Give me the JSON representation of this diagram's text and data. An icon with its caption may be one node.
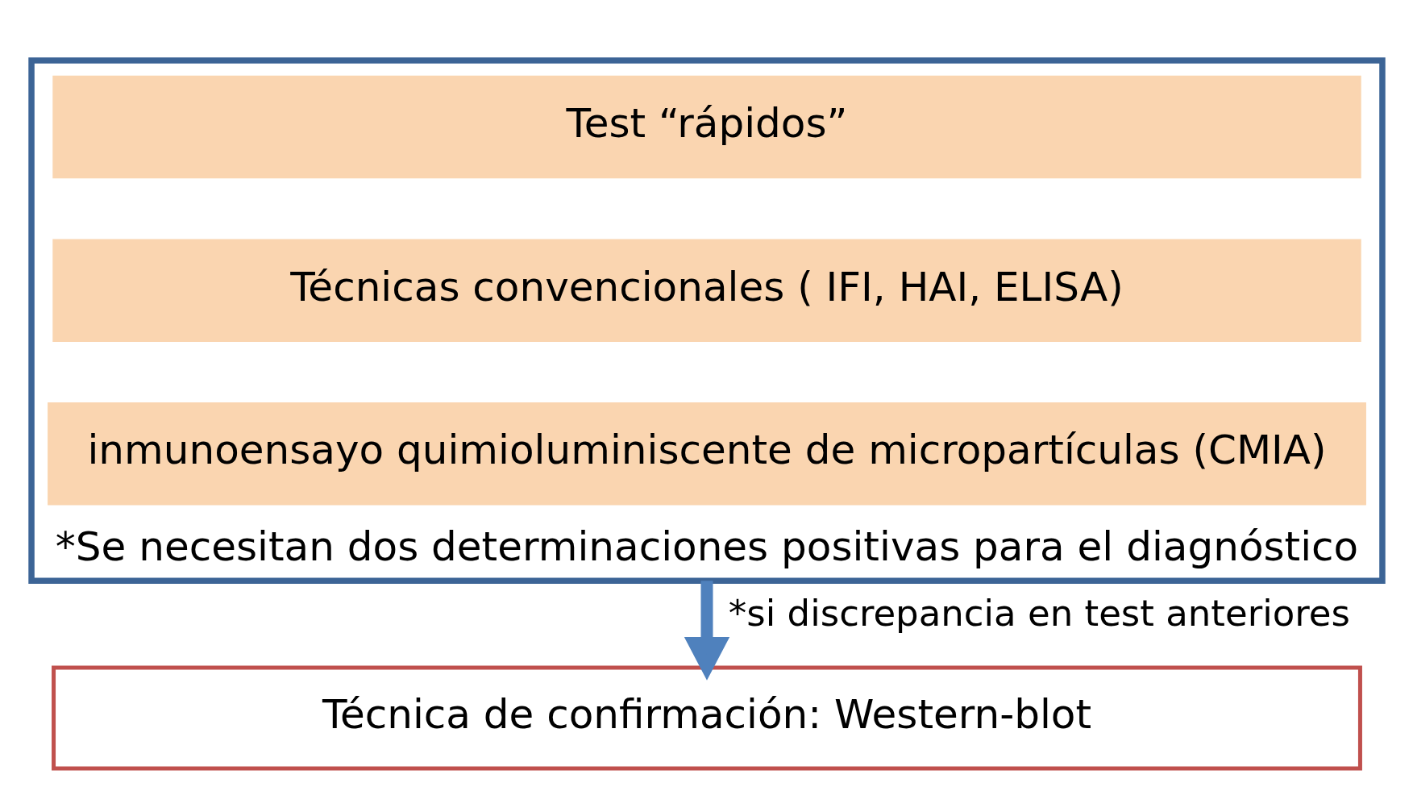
{
  "diagram": {
    "nodes": [
      {
        "text": [
          "*Se necesitan dos determinaciones positivas para el diagnóstico"
        ]
      },
      {
        "text": [
          "Test “rápidos”"
        ],
        "in": 0
      },
      {
        "text": [
          "Técnicas convencionales ( IFI, HAI, ELISA)"
        ],
        "in": 0
      },
      {
        "text": [
          "inmunoensayo quimioluminiscente de micropartículas (CMIA)"
        ],
        "in": 0
      },
      {
        "text": [
          "Técnica de confirmación: Western-blot"
        ]
      }
    ],
    "edges": [
      {
        "from": 0,
        "to": 4,
        "arrow": "to",
        "label": "*si discrepancia en test anteriores",
        "color": "#4f81bd"
      }
    ]
  }
}
